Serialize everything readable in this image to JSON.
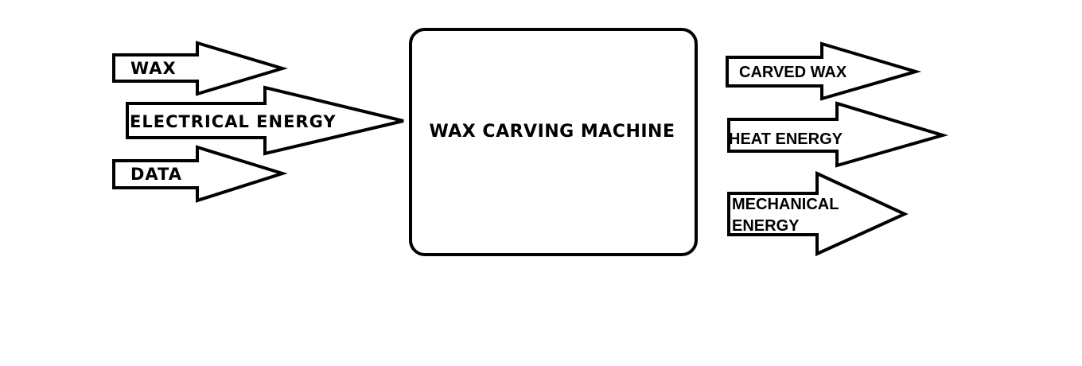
{
  "inputs": {
    "wax": "WAX",
    "electrical_energy": "ELECTRICAL ENERGY",
    "data": "DATA"
  },
  "process": {
    "label": "WAX CARVING MACHINE"
  },
  "outputs": {
    "carved_wax": "CARVED WAX",
    "heat_energy": "HEAT ENERGY",
    "mechanical_energy_line1": "MECHANICAL",
    "mechanical_energy_line2": "ENERGY"
  }
}
